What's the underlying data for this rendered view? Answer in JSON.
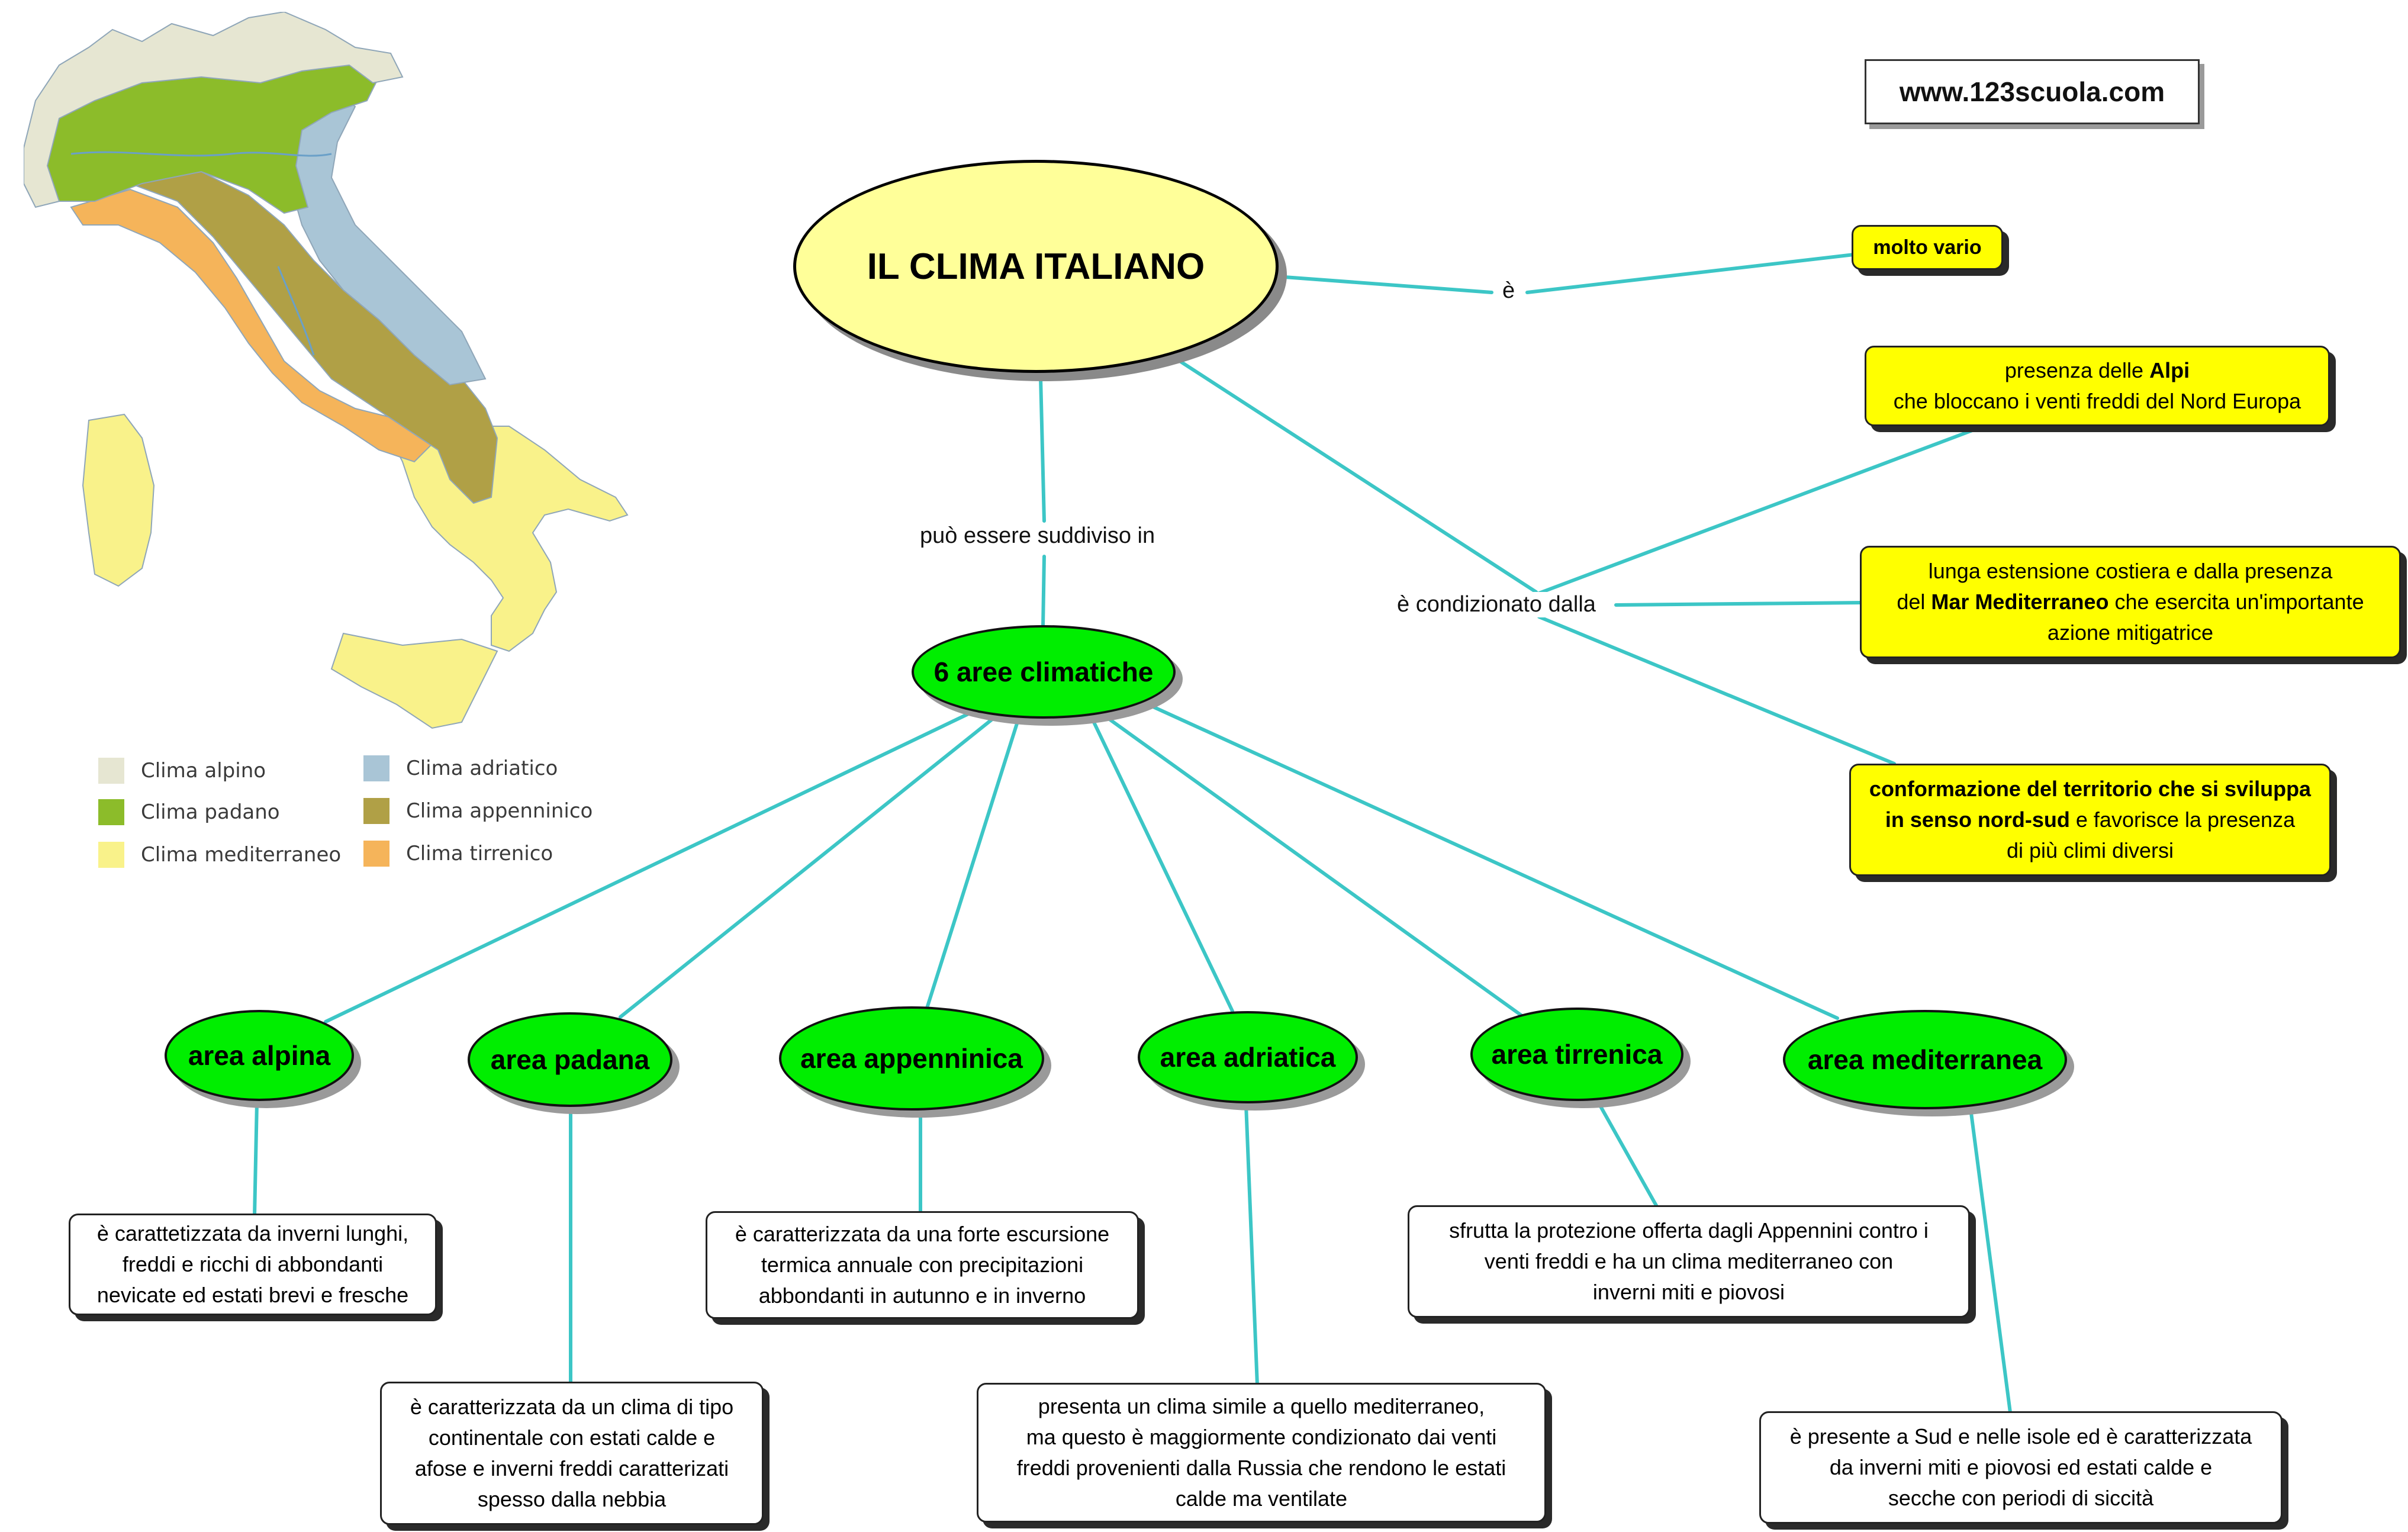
{
  "site": "www.123scuola.com",
  "main_topic": "IL CLIMA ITALIANO",
  "links": {
    "is": "è",
    "can_be_divided": "può essere suddiviso in",
    "conditioned_by": "è condizionato dalla"
  },
  "property": {
    "text": "molto vario"
  },
  "factors": {
    "alps_pre": "presenza delle ",
    "alps_bold": "Alpi",
    "alps_post": "che bloccano i venti freddi del Nord Europa",
    "coast_pre": "lunga estensione costiera e dalla presenza",
    "coast_mid_pre": "del ",
    "coast_bold": "Mar Mediterraneo",
    "coast_mid_post": " che esercita un'importante",
    "coast_post": "azione mitigatrice",
    "shape_bold_1": "conformazione del territorio che si sviluppa",
    "shape_bold_2": "in senso nord-sud",
    "shape_post_1": " e favorisce la presenza",
    "shape_post_2": "di più climi diversi"
  },
  "areas_hub": "6 aree climatiche",
  "areas": [
    {
      "name": "area alpina",
      "desc": [
        "è carattetizzata da inverni lunghi,",
        "freddi e ricchi di abbondanti",
        "nevicate ed estati brevi e fresche"
      ]
    },
    {
      "name": "area padana",
      "desc": [
        "è caratterizzata da un clima di tipo",
        "continentale con estati calde e",
        "afose e inverni freddi caratterizati",
        "spesso dalla nebbia"
      ]
    },
    {
      "name": "area appenninica",
      "desc": [
        "è caratterizzata da una forte escursione",
        "termica annuale con precipitazioni",
        "abbondanti in autunno e in inverno"
      ]
    },
    {
      "name": "area adriatica",
      "desc": [
        "presenta un clima simile a quello mediterraneo,",
        "ma questo è maggiormente condizionato dai venti",
        "freddi provenienti dalla Russia che rendono le estati",
        "calde ma ventilate"
      ]
    },
    {
      "name": "area tirrenica",
      "desc": [
        "sfrutta la protezione offerta dagli Appennini contro i",
        "venti freddi e ha un clima mediterraneo con",
        "inverni miti e piovosi"
      ]
    },
    {
      "name": "area mediterranea",
      "desc": [
        "è presente a Sud e nelle isole ed è caratterizzata",
        "da inverni miti e piovosi ed estati calde e",
        "secche con periodi di siccità"
      ]
    }
  ],
  "legend": [
    {
      "label": "Clima alpino",
      "color": "#e6e6d2"
    },
    {
      "label": "Clima padano",
      "color": "#8cbc2a"
    },
    {
      "label": "Clima mediterraneo",
      "color": "#f9f28a"
    },
    {
      "label": "Clima adriatico",
      "color": "#a9c5d6"
    },
    {
      "label": "Clima appenninico",
      "color": "#b0a046"
    },
    {
      "label": "Clima tirrenico",
      "color": "#f5b45a"
    }
  ],
  "colors": {
    "connector": "#3cc6c6",
    "node_green": "#00ee00",
    "node_yellow": "#ffff00",
    "main_fill": "#ffff99"
  }
}
